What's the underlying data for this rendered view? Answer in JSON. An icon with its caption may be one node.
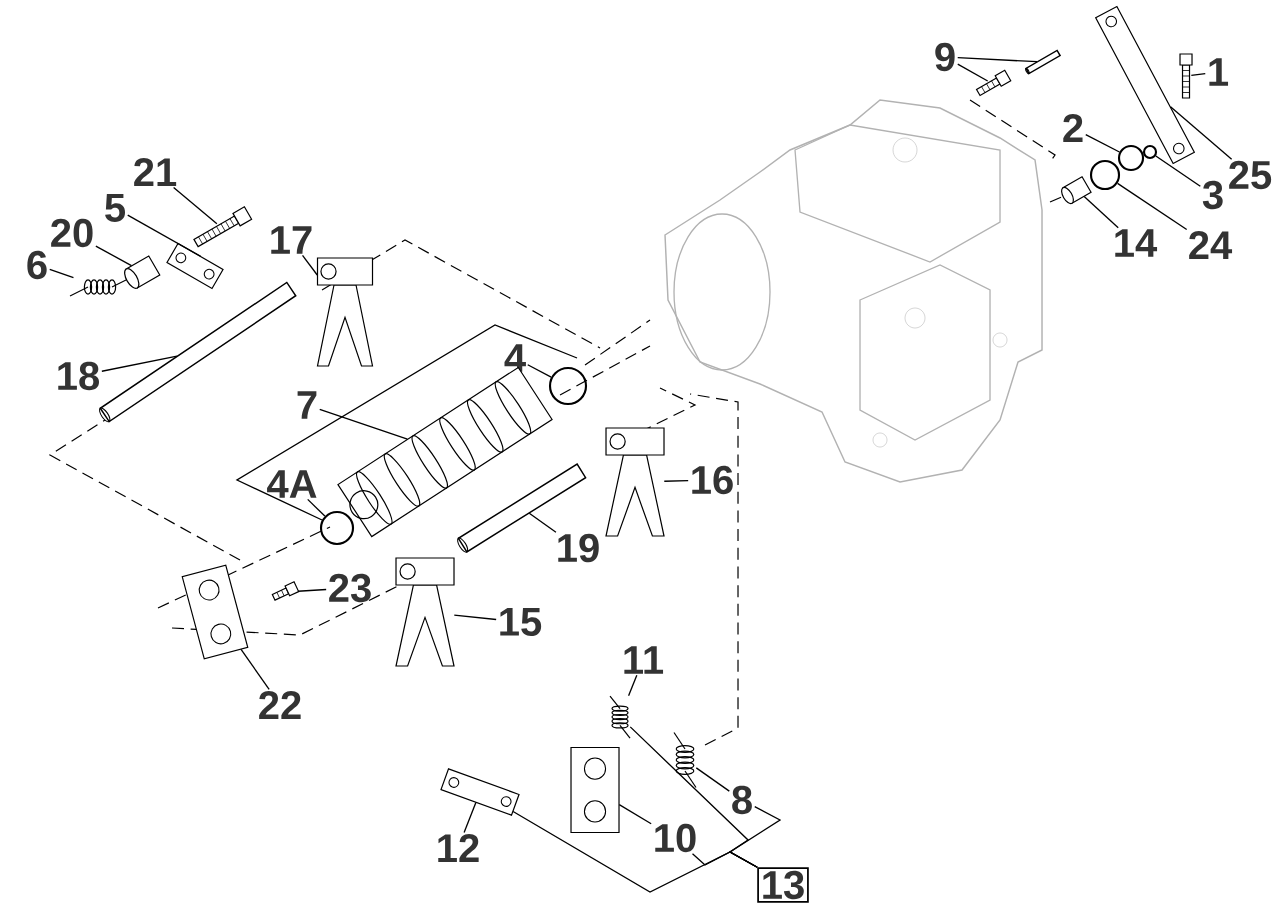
{
  "diagram": {
    "nodes": [
      {
        "text": [
          "1"
        ]
      },
      {
        "text": [
          "2"
        ]
      },
      {
        "text": [
          "3"
        ]
      },
      {
        "text": [
          "4"
        ]
      },
      {
        "text": [
          "4A"
        ]
      },
      {
        "text": [
          "5"
        ]
      },
      {
        "text": [
          "6"
        ]
      },
      {
        "text": [
          "7"
        ]
      },
      {
        "text": [
          "8"
        ]
      },
      {
        "text": [
          "9"
        ]
      },
      {
        "text": [
          "10"
        ]
      },
      {
        "text": [
          "11"
        ]
      },
      {
        "text": [
          "12"
        ]
      },
      {
        "text": [
          "13"
        ]
      },
      {
        "text": [
          "14"
        ]
      },
      {
        "text": [
          "15"
        ]
      },
      {
        "text": [
          "16"
        ]
      },
      {
        "text": [
          "17"
        ]
      },
      {
        "text": [
          "18"
        ]
      },
      {
        "text": [
          "19"
        ]
      },
      {
        "text": [
          "20"
        ]
      },
      {
        "text": [
          "21"
        ]
      },
      {
        "text": [
          "22"
        ]
      },
      {
        "text": [
          "23"
        ]
      },
      {
        "text": [
          "24"
        ]
      },
      {
        "text": [
          "25"
        ]
      },
      {
        "text": [],
        "shape": "picture"
      },
      {
        "text": [],
        "shape": "circle"
      },
      {
        "text": [],
        "shape": "circle"
      },
      {
        "text": [],
        "shape": "circle"
      },
      {
        "text": [],
        "shape": "circle"
      },
      {
        "text": [],
        "shape": "picture"
      },
      {
        "text": [],
        "shape": "picture"
      },
      {
        "text": [],
        "shape": "picture"
      },
      {
        "text": [],
        "shape": "picture"
      },
      {
        "text": [],
        "shape": "bar"
      },
      {
        "text": [],
        "shape": "picture"
      },
      {
        "text": [],
        "shape": "picture"
      },
      {
        "text": [],
        "shape": "picture"
      },
      {
        "text": [],
        "shape": "picture"
      },
      {
        "text": [],
        "shape": "picture"
      },
      {
        "text": [],
        "shape": "picture"
      },
      {
        "text": [],
        "shape": "picture"
      },
      {
        "text": [],
        "shape": "picture"
      },
      {
        "text": [],
        "shape": "bar"
      },
      {
        "text": [],
        "shape": "bar"
      },
      {
        "text": [],
        "shape": "picture"
      },
      {
        "text": [],
        "shape": "picture"
      },
      {
        "text": [],
        "shape": "picture"
      },
      {
        "text": [],
        "shape": "picture"
      },
      {
        "text": [],
        "shape": "circle"
      },
      {
        "text": [],
        "shape": "picture"
      }
    ],
    "edges": [
      {
        "from": 0,
        "to": 26,
        "arrow": "none"
      },
      {
        "from": 1,
        "to": 27,
        "arrow": "none"
      },
      {
        "from": 2,
        "to": 28,
        "arrow": "none"
      },
      {
        "from": 3,
        "to": 29,
        "arrow": "none"
      },
      {
        "from": 4,
        "to": 30,
        "arrow": "none"
      },
      {
        "from": 5,
        "to": 31,
        "arrow": "none"
      },
      {
        "from": 6,
        "to": 32,
        "arrow": "none"
      },
      {
        "from": 7,
        "to": 33,
        "arrow": "none"
      },
      {
        "from": 8,
        "to": 34,
        "arrow": "none"
      },
      {
        "from": 9,
        "to": 35,
        "arrow": "none"
      },
      {
        "from": 9,
        "to": 36,
        "arrow": "none"
      },
      {
        "from": 10,
        "to": 37,
        "arrow": "none"
      },
      {
        "from": 11,
        "to": 38,
        "arrow": "none"
      },
      {
        "from": 12,
        "to": 39,
        "arrow": "none"
      },
      {
        "from": 13,
        "to": 39,
        "arrow": "none"
      },
      {
        "from": 13,
        "to": 10,
        "arrow": "none"
      },
      {
        "from": 13,
        "to": 38,
        "arrow": "none"
      },
      {
        "from": 13,
        "to": 8,
        "arrow": "none"
      },
      {
        "from": 14,
        "to": 40,
        "arrow": "none"
      },
      {
        "from": 15,
        "to": 41,
        "arrow": "none"
      },
      {
        "from": 16,
        "to": 42,
        "arrow": "none"
      },
      {
        "from": 17,
        "to": 43,
        "arrow": "none"
      },
      {
        "from": 18,
        "to": 44,
        "arrow": "none"
      },
      {
        "from": 19,
        "to": 45,
        "arrow": "none"
      },
      {
        "from": 20,
        "to": 46,
        "arrow": "none"
      },
      {
        "from": 21,
        "to": 47,
        "arrow": "none"
      },
      {
        "from": 22,
        "to": 48,
        "arrow": "none"
      },
      {
        "from": 23,
        "to": 49,
        "arrow": "none"
      },
      {
        "from": 24,
        "to": 50,
        "arrow": "none"
      },
      {
        "from": 25,
        "to": 51,
        "arrow": "none"
      }
    ]
  }
}
